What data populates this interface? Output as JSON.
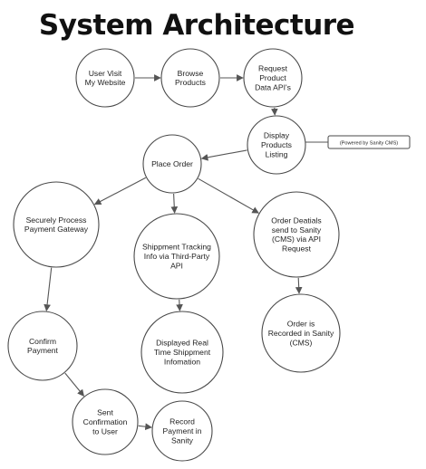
{
  "title": "System Architecture",
  "nodes": {
    "user_visit": {
      "lines": [
        "User Visit",
        "My Website"
      ]
    },
    "browse": {
      "lines": [
        "Browse",
        "Products"
      ]
    },
    "request": {
      "lines": [
        "Request",
        "Product",
        "Data API's"
      ]
    },
    "display": {
      "lines": [
        "Display",
        "Products",
        "Listing"
      ]
    },
    "place_order": {
      "lines": [
        "Place Order"
      ]
    },
    "payment_gateway": {
      "lines": [
        "Securely Process",
        "Payment Gateway"
      ]
    },
    "shipment_tracking": {
      "lines": [
        "Shippment Tracking",
        "Info via Third-Party",
        "API"
      ]
    },
    "order_details": {
      "lines": [
        "Order Deatials",
        "send to Sanity",
        "(CMS) via API",
        "Request"
      ]
    },
    "confirm_payment": {
      "lines": [
        "Confirm",
        "Payment"
      ]
    },
    "displayed_shipment": {
      "lines": [
        "Displayed Real",
        "Time Shippment",
        "Infomation"
      ]
    },
    "order_recorded": {
      "lines": [
        "Order is",
        "Recorded in Sanity",
        "(CMS)"
      ]
    },
    "sent_confirmation": {
      "lines": [
        "Sent",
        "Confirmation",
        "to User"
      ]
    },
    "record_payment": {
      "lines": [
        "Record",
        "Payment in",
        "Sanity"
      ]
    }
  },
  "note": {
    "text": "(Powered by Sanity CMS)"
  }
}
